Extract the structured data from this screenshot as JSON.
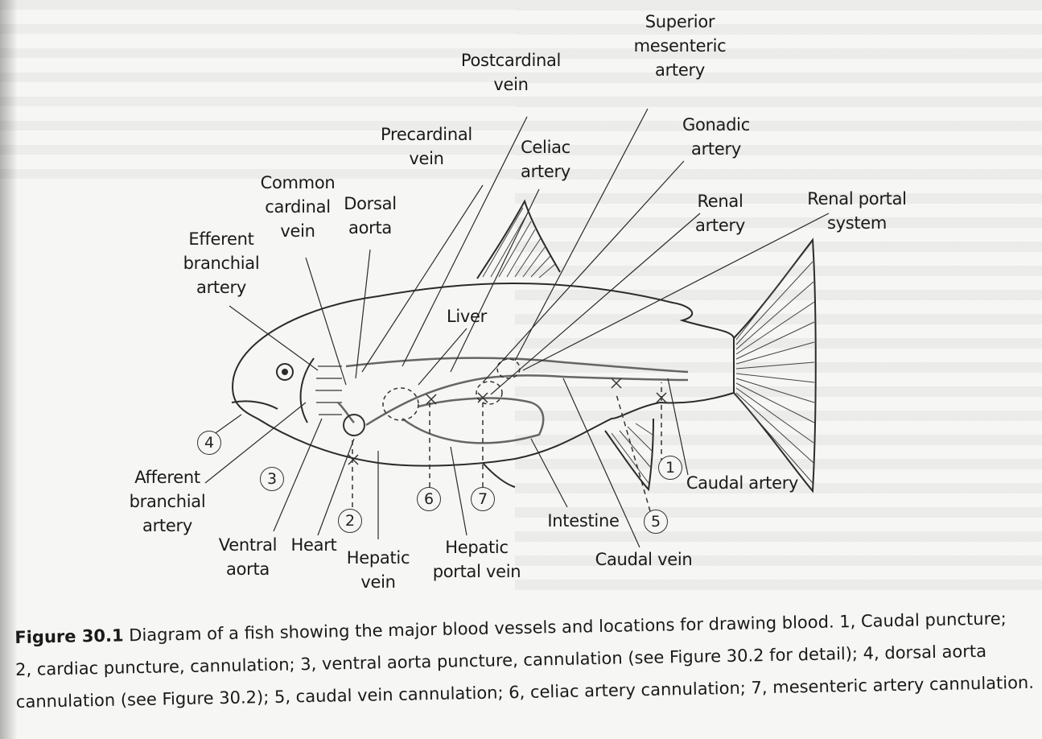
{
  "labels": {
    "superior_mesenteric_artery": [
      "Superior",
      "mesenteric",
      "artery"
    ],
    "postcardinal_vein": [
      "Postcardinal",
      "vein"
    ],
    "gonadic_artery": [
      "Gonadic",
      "artery"
    ],
    "precardinal_vein": [
      "Precardinal",
      "vein"
    ],
    "celiac_artery": [
      "Celiac",
      "artery"
    ],
    "common_cardinal_vein": [
      "Common",
      "cardinal",
      "vein"
    ],
    "dorsal_aorta": [
      "Dorsal",
      "aorta"
    ],
    "renal_artery": [
      "Renal",
      "artery"
    ],
    "renal_portal_system": [
      "Renal portal",
      "system"
    ],
    "efferent_branchial_artery": [
      "Efferent",
      "branchial",
      "artery"
    ],
    "liver": [
      "Liver"
    ],
    "afferent_branchial_artery": [
      "Afferent",
      "branchial",
      "artery"
    ],
    "ventral_aorta": [
      "Ventral",
      "aorta"
    ],
    "heart": [
      "Heart"
    ],
    "hepatic_vein": [
      "Hepatic",
      "vein"
    ],
    "hepatic_portal_vein": [
      "Hepatic",
      "portal vein"
    ],
    "intestine": [
      "Intestine"
    ],
    "caudal_vein": [
      "Caudal vein"
    ],
    "caudal_artery": [
      "Caudal artery"
    ]
  },
  "sites": {
    "s1": "1",
    "s2": "2",
    "s3": "3",
    "s4": "4",
    "s5": "5",
    "s6": "6",
    "s7": "7"
  },
  "caption": {
    "figure_label": "Figure 30.1",
    "line1": " Diagram of a fish showing the major blood vessels and locations for drawing blood. 1, Caudal puncture;",
    "line2": "2, cardiac puncture, cannulation; 3, ventral aorta puncture, cannulation (see Figure 30.2 for detail); 4, dorsal aorta",
    "line3": "cannulation (see Figure 30.2); 5, caudal vein cannulation; 6, celiac artery cannulation; 7, mesenteric artery cannulation."
  }
}
